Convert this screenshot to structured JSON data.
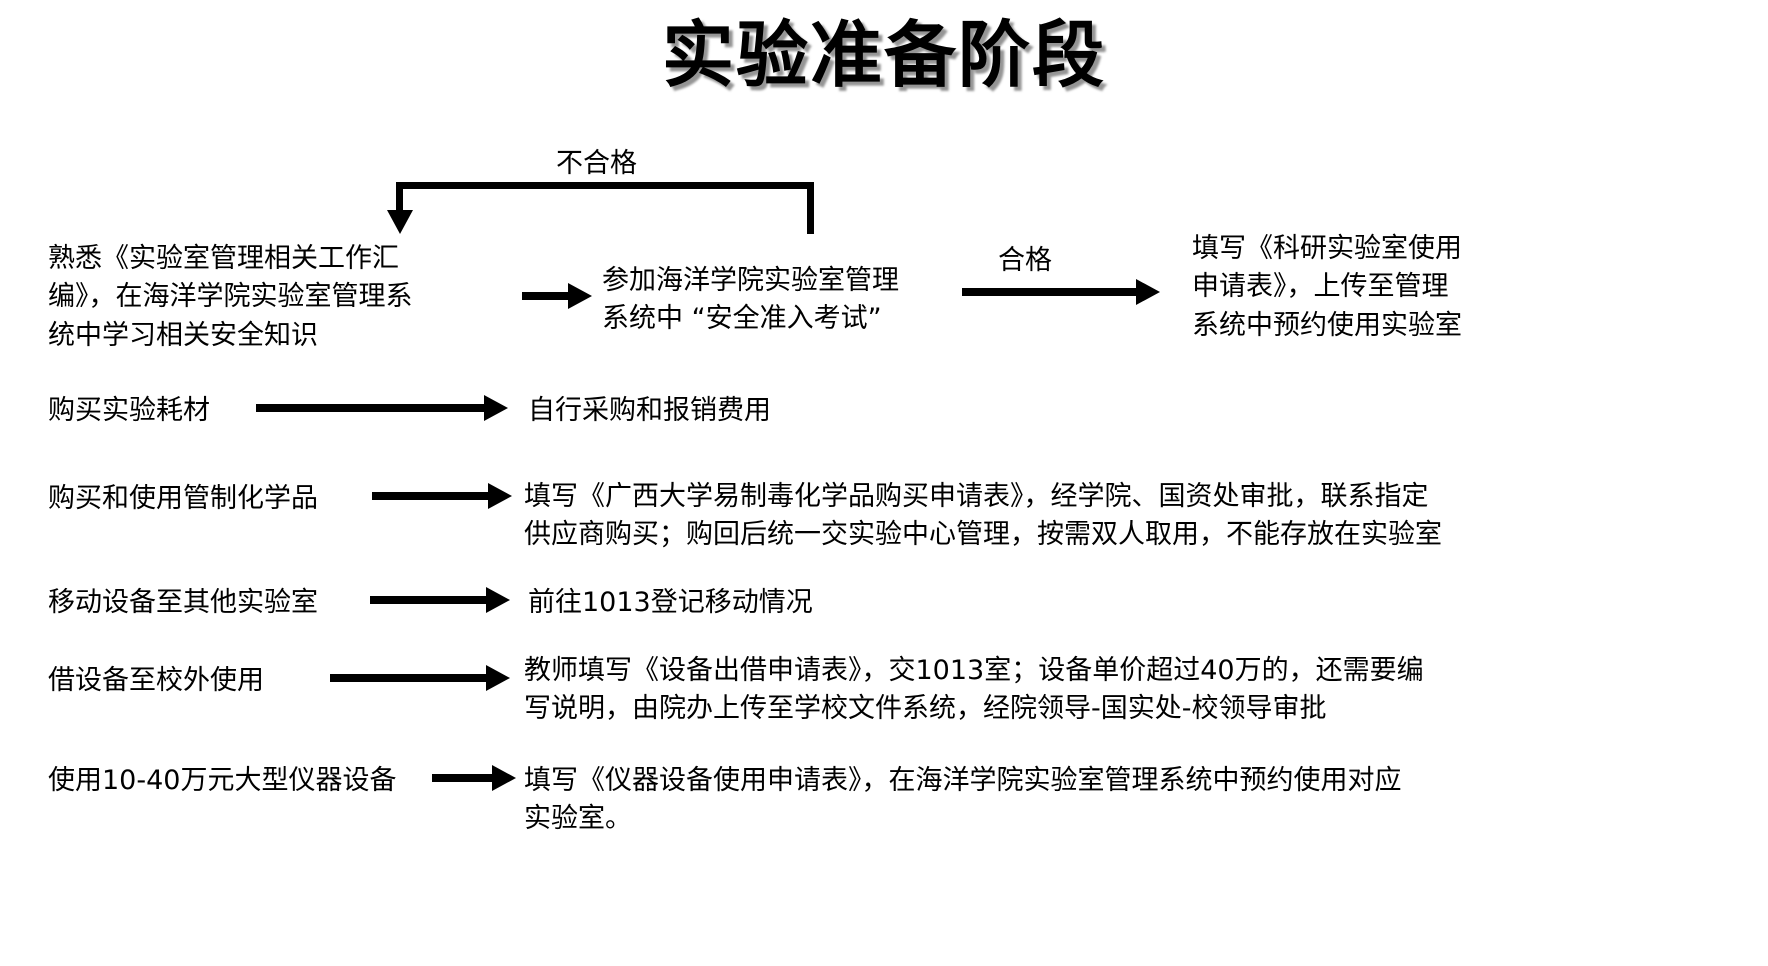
{
  "title": "实验准备阶段",
  "edge_labels": {
    "fail": "不合格",
    "pass": "合格"
  },
  "diagram": {
    "type": "flowchart",
    "row1": {
      "left": "熟悉《实验室管理相关工作汇\n编》，在海洋学院实验室管理系\n统中学习相关安全知识",
      "middle": "参加海洋学院实验室管理\n系统中 “安全准入考试”",
      "right": "填写《科研实验室使用\n申请表》，上传至管理\n系统中预约使用实验室"
    },
    "rows": [
      {
        "left": "购买实验耗材",
        "right": "自行采购和报销费用"
      },
      {
        "left": "购买和使用管制化学品",
        "right": "填写《广西大学易制毒化学品购买申请表》，经学院、国资处审批，联系指定\n供应商购买；购回后统一交实验中心管理，按需双人取用，不能存放在实验室"
      },
      {
        "left": "移动设备至其他实验室",
        "right": "前往1013登记移动情况"
      },
      {
        "left": "借设备至校外使用",
        "right": "教师填写《设备出借申请表》，交1013室；设备单价超过40万的，还需要编\n写说明，由院办上传至学校文件系统，经院领导-国实处-校领导审批"
      },
      {
        "left": "使用10-40万元大型仪器设备",
        "right": "填写《仪器设备使用申请表》，在海洋学院实验室管理系统中预约使用对应\n实验室。"
      }
    ]
  },
  "colors": {
    "ink": "#000000",
    "background": "#ffffff",
    "title_shadow": "#828282"
  }
}
